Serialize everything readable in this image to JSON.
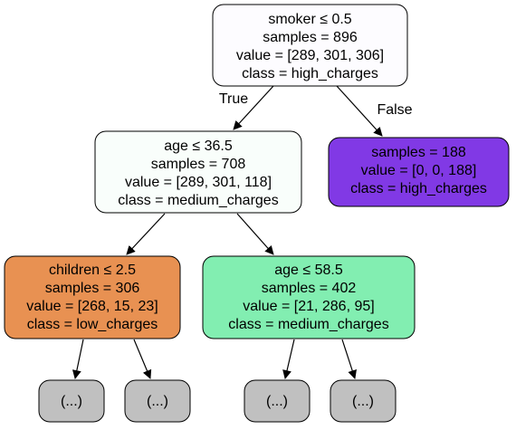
{
  "nodes": {
    "root": {
      "lines": [
        "smoker ≤ 0.5",
        "samples = 896",
        "value = [289, 301, 306]",
        "class = high_charges"
      ],
      "fill": "#fdfcff"
    },
    "n1": {
      "lines": [
        "age ≤ 36.5",
        "samples = 708",
        "value = [289, 301, 118]",
        "class = medium_charges"
      ],
      "fill": "#f9fefb"
    },
    "n2": {
      "lines": [
        "samples = 188",
        "value = [0, 0, 188]",
        "class = high_charges"
      ],
      "fill": "#8139e5"
    },
    "n3": {
      "lines": [
        "children ≤ 2.5",
        "samples = 306",
        "value = [268, 15, 23]",
        "class = low_charges"
      ],
      "fill": "#e89152"
    },
    "n4": {
      "lines": [
        "age ≤ 58.5",
        "samples = 402",
        "value = [21, 286, 95]",
        "class = medium_charges"
      ],
      "fill": "#82eeb1"
    },
    "leaf1": {
      "lines": [
        "(...)"
      ],
      "fill": "#c0c0c0"
    },
    "leaf2": {
      "lines": [
        "(...)"
      ],
      "fill": "#c0c0c0"
    },
    "leaf3": {
      "lines": [
        "(...)"
      ],
      "fill": "#c0c0c0"
    },
    "leaf4": {
      "lines": [
        "(...)"
      ],
      "fill": "#c0c0c0"
    }
  },
  "edges": {
    "true_label": "True",
    "false_label": "False"
  }
}
